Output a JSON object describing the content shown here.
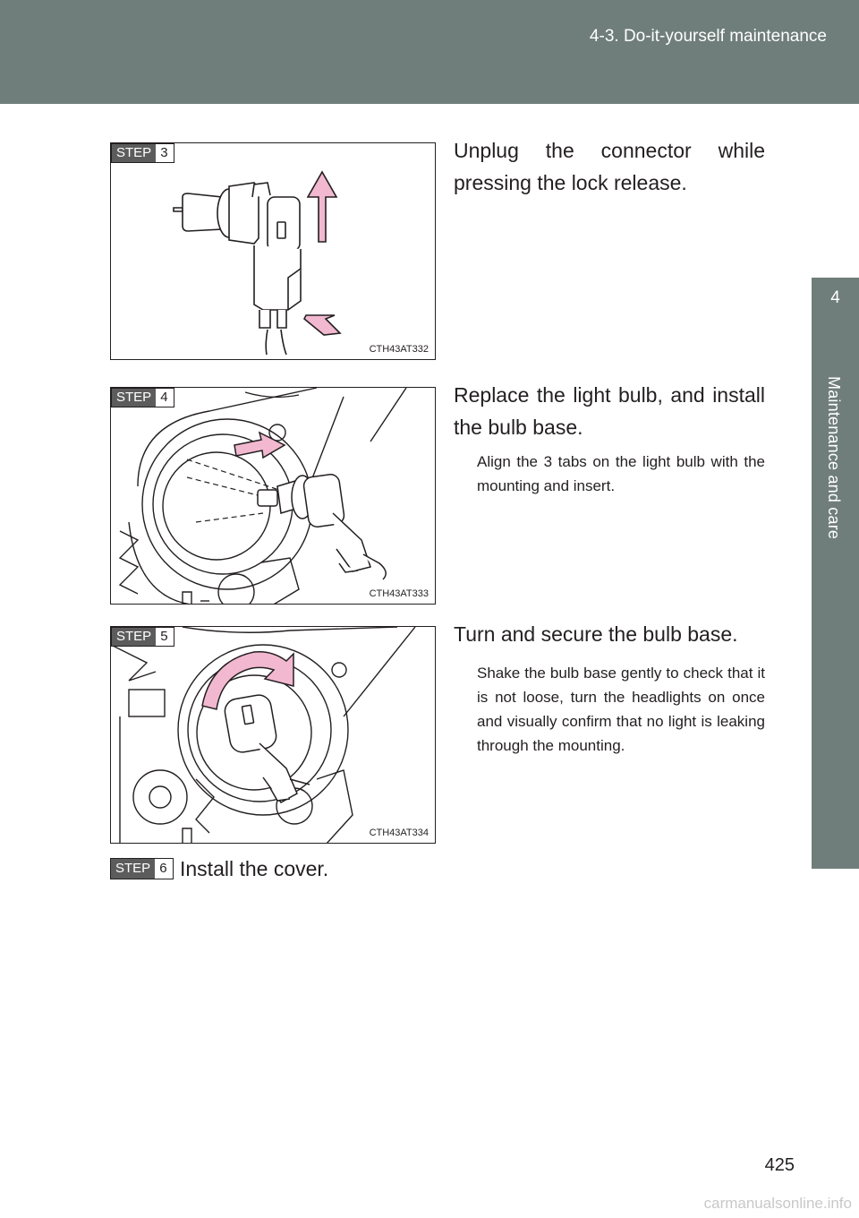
{
  "header": {
    "section": "4-3. Do-it-yourself maintenance"
  },
  "side_tab": {
    "number": "4",
    "label": "Maintenance and care"
  },
  "steps": [
    {
      "step_label": "STEP",
      "step_number": "3",
      "figure_code": "CTH43AT332",
      "title": "Unplug the connector while pressing the lock release.",
      "note": ""
    },
    {
      "step_label": "STEP",
      "step_number": "4",
      "figure_code": "CTH43AT333",
      "title": "Replace the light bulb, and install the bulb base.",
      "note": "Align the 3 tabs on the light bulb with the mounting and insert."
    },
    {
      "step_label": "STEP",
      "step_number": "5",
      "figure_code": "CTH43AT334",
      "title": "Turn and secure the bulb base.",
      "note": "Shake the bulb base gently to check that it is not loose, turn the headlights on once and visually confirm that no light is leaking through the mounting."
    },
    {
      "step_label": "STEP",
      "step_number": "6",
      "title": "Install the cover."
    }
  ],
  "page_number": "425",
  "watermark": "carmanualsonline.info",
  "colors": {
    "header_bg": "#6f7e7a",
    "arrow_fill": "#f2b8d0",
    "badge_bg": "#5c5c5c"
  }
}
